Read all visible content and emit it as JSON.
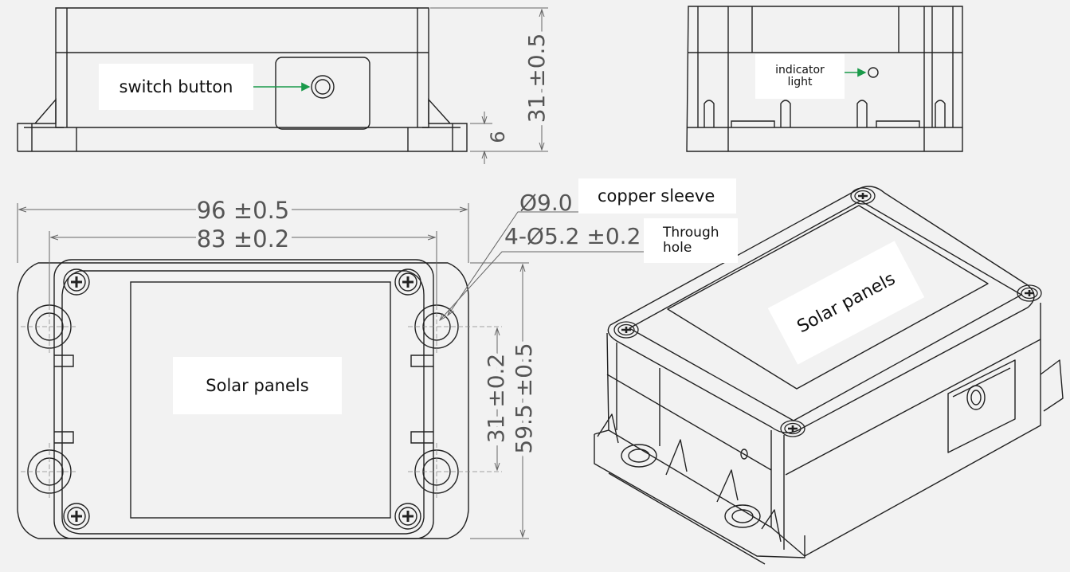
{
  "labels": {
    "switch_button": "switch button",
    "indicator_light": "indicator\nlight",
    "copper_sleeve": "copper sleeve",
    "through_hole": "Through\nhole",
    "solar_panels_top": "Solar panels",
    "solar_panels_iso": "Solar panels"
  },
  "dimensions": {
    "height": "31 ±0.5",
    "flange": "6",
    "width_outer": "96 ±0.5",
    "width_holes": "83 ±0.2",
    "sleeve_diameter": "Ø9.0",
    "hole_diameter": "4-Ø5.2 ±0.2",
    "hole_spacing": "31 ±0.2",
    "depth": "59.5 ±0.5"
  },
  "colors": {
    "line": "#222222",
    "dimension": "#666666",
    "leader_arrow": "#1a9a4a"
  }
}
